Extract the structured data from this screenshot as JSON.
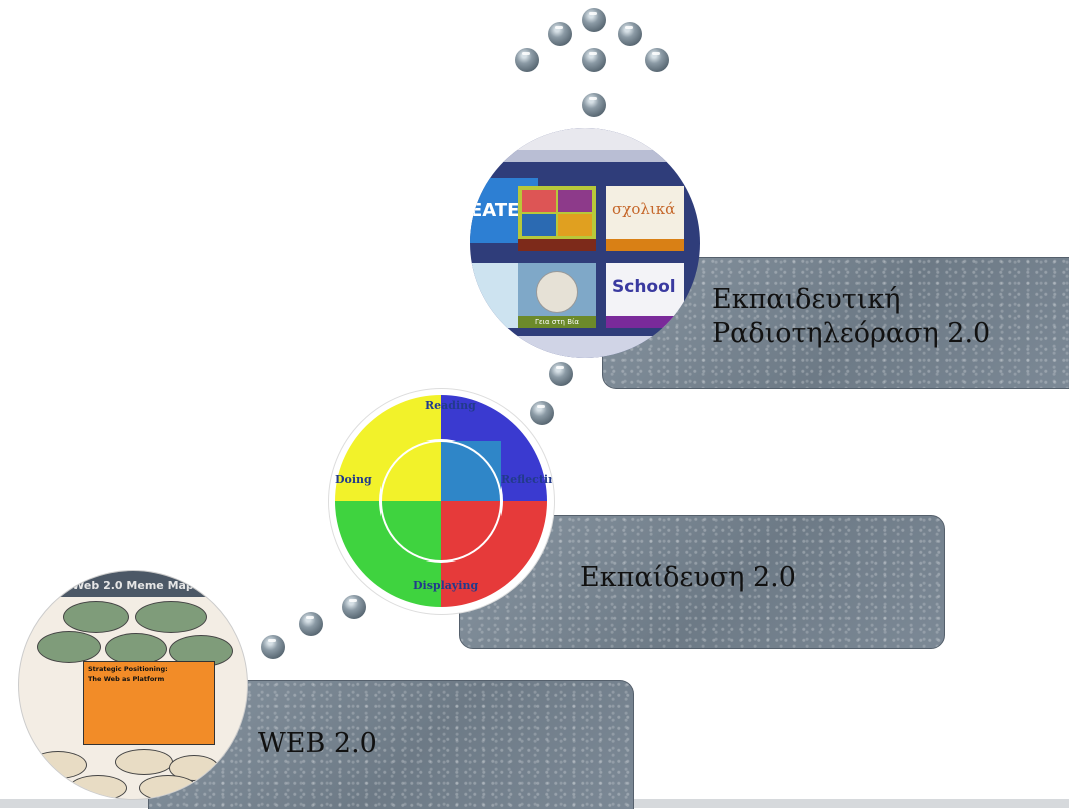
{
  "levels": {
    "top_label_line1": "Εκπαιδευτική",
    "top_label_line2": "Ραδιοτηλεόραση 2.0",
    "middle_label": "Εκπαίδευση 2.0",
    "bottom_label": "WEB 2.0"
  },
  "cycle_figure": {
    "reading": "Reading",
    "reflecting": "Reflecting",
    "displaying": "Displaying",
    "doing": "Doing"
  },
  "meme_map": {
    "title": "Web 2.0 Meme Map",
    "core_line1": "Strategic Positioning:",
    "core_line2": "The Web as Platform"
  },
  "tv_figure": {
    "tile_caption": "Γεια στη Βία"
  },
  "colors": {
    "box_fill": "#7a8794",
    "dot": "#6f7e89",
    "cycle_reading": "#3a3ad0",
    "cycle_reflecting": "#e63a3a",
    "cycle_displaying": "#3fd33f",
    "cycle_doing": "#f2f22a",
    "meme_orange": "#f28c28"
  }
}
